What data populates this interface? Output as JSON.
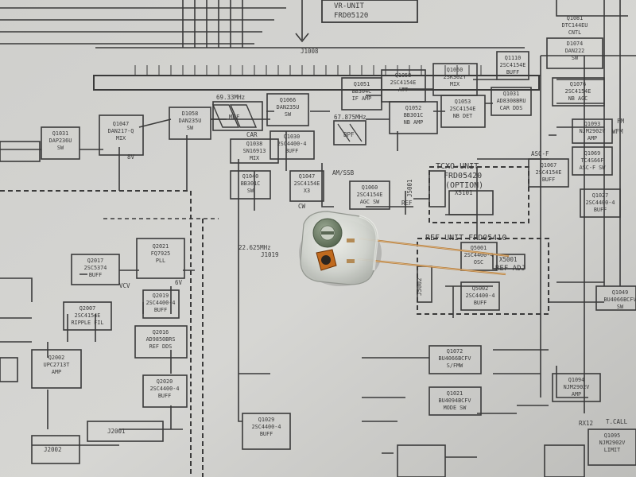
{
  "photo": {
    "paper_color": "#d3d3d0",
    "ink_color": "#3a3a3a",
    "subject": {
      "name": "TCXO crystal oscillator module",
      "body_color": "#d6d8d2",
      "lead_color": "#b47a3a",
      "trimmer_color": "#6d7d68",
      "capacitor_color": "#c06a1e"
    }
  },
  "schematic": {
    "labels": {
      "vr_unit": "VR-UNIT",
      "vr_unit_no": "FRD05120",
      "j1008": "J1008",
      "tcxo_unit": "TCXO-UNIT",
      "tcxo_unit_no": "FRD05420",
      "tcxo_option": "(OPTION)",
      "ref_unit": "REF-UNIT FRD05410",
      "ref_adj": "REF ADJ",
      "mcf_freq": "69.33MHz",
      "mcf": "MCF",
      "bpf_freq": "67.875MHz",
      "bpf": "BPF",
      "ref_freq": "22.625MHz",
      "car": "CAR",
      "cw": "CW",
      "ref": "REF",
      "v6": "6V",
      "v8": "8V",
      "am_ssb": "AM/SSB",
      "fm": "FM",
      "wfm": "WFM",
      "asc_f": "ASC-F",
      "t_call": "T.CALL",
      "rx12": "RX12",
      "vco": "VCV",
      "j1019": "J1019",
      "j2001": "J2001",
      "j2002": "J2002",
      "j5001": "J5001",
      "j5002": "J5002",
      "x5001": "X5001",
      "x5101": "X5101"
    },
    "blocks": [
      {
        "ref": "Q1031",
        "part": "DAP236U",
        "fn": "SW"
      },
      {
        "ref": "Q1047",
        "part": "DAN217-Q",
        "fn": "MIX"
      },
      {
        "ref": "D1058",
        "part": "DAN235U",
        "fn": "SW"
      },
      {
        "ref": "Q1066",
        "part": "DAN235U",
        "fn": "SW"
      },
      {
        "ref": "Q1051",
        "part": "BB304C",
        "fn": "IF AMP"
      },
      {
        "ref": "Q1058",
        "part": "2SC4154E",
        "fn": "ATT"
      },
      {
        "ref": "Q1060",
        "part": "2SK302Y",
        "fn": "MIX"
      },
      {
        "ref": "Q1110",
        "part": "2SC4154E",
        "fn": "BUFF"
      },
      {
        "ref": "D1074",
        "part": "DAN222",
        "fn": "SW"
      },
      {
        "ref": "Q1076",
        "part": "2SC4154E",
        "fn": "NB AGC"
      },
      {
        "ref": "Q1052",
        "part": "BB301C",
        "fn": "NB AMP"
      },
      {
        "ref": "Q1053",
        "part": "2SC4154E",
        "fn": "NB DET"
      },
      {
        "ref": "Q1031",
        "part": "AD8308BRU",
        "fn": "CAR DDS"
      },
      {
        "ref": "Q1038",
        "part": "SN16913",
        "fn": "MIX"
      },
      {
        "ref": "Q1030",
        "part": "2SC4400-4",
        "fn": "BUFF"
      },
      {
        "ref": "Q1040",
        "part": "BB301C",
        "fn": "SW"
      },
      {
        "ref": "Q1047",
        "part": "2SC4154E",
        "fn": "X3"
      },
      {
        "ref": "Q1060",
        "part": "2SC4154E",
        "fn": "AGC SW"
      },
      {
        "ref": "Q1067",
        "part": "2SC4154E",
        "fn": "BUFF"
      },
      {
        "ref": "Q1069",
        "part": "TC4S66F",
        "fn": "ASC-F SW"
      },
      {
        "ref": "Q1093",
        "part": "NJM2902V",
        "fn": "AMP"
      },
      {
        "ref": "Q1027",
        "part": "2SC4400-4",
        "fn": "BUFF"
      },
      {
        "ref": "Q2017",
        "part": "2SC5374",
        "fn": "BUFF"
      },
      {
        "ref": "Q2021",
        "part": "FQ7925",
        "fn": "PLL"
      },
      {
        "ref": "Q2019",
        "part": "2SC4400-4",
        "fn": "BUFF"
      },
      {
        "ref": "Q2007",
        "part": "2SC4154E",
        "fn": "RIPPLE FIL"
      },
      {
        "ref": "Q2016",
        "part": "AD9850BRS",
        "fn": "REF DDS"
      },
      {
        "ref": "Q2020",
        "part": "2SC4400-4",
        "fn": "BUFF"
      },
      {
        "ref": "Q2002",
        "part": "UPC2713T",
        "fn": "AMP"
      },
      {
        "ref": "Q1029",
        "part": "2SC4400-4",
        "fn": "BUFF"
      },
      {
        "ref": "Q1072",
        "part": "BU4066BCFV",
        "fn": "S/FMW"
      },
      {
        "ref": "Q1021",
        "part": "BU4094BCFV",
        "fn": "MODE SW"
      },
      {
        "ref": "Q1094",
        "part": "NJM2902V",
        "fn": "AMP"
      },
      {
        "ref": "Q1095",
        "part": "NJM2902V",
        "fn": "LIMIT"
      },
      {
        "ref": "Q1049",
        "part": "BU4066BCFV",
        "fn": "SW"
      },
      {
        "ref": "Q5001",
        "part": "2SC4400-4",
        "fn": "OSC"
      },
      {
        "ref": "Q5002",
        "part": "2SC4400-4",
        "fn": "BUFF"
      },
      {
        "ref": "Q1081",
        "part": "DTC144EU",
        "fn": "CNTL"
      }
    ]
  }
}
